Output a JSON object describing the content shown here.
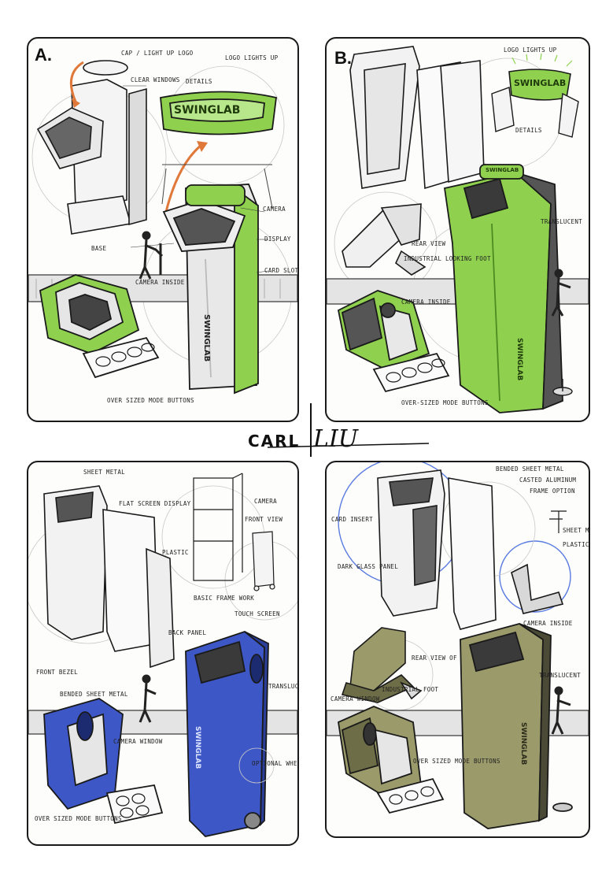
{
  "signature": {
    "first": "CARL",
    "last": "LIU"
  },
  "panels": {
    "a": {
      "letter": "A.",
      "notes": {
        "cap_light": "CAP / LIGHT UP LOGO",
        "logo_lights": "LOGO LIGHTS UP",
        "clear_windows": "CLEAR WINDOWS",
        "details": "DETAILS",
        "camera": "CAMERA",
        "display": "DISPLAY",
        "base": "BASE",
        "card_slot": "CARD SLOT",
        "camera_inside": "CAMERA INSIDE",
        "buttons": "OVER SIZED MODE BUTTONS"
      },
      "brand_badge": "SWINGLAB",
      "brand_side": "SWINGLAB"
    },
    "b": {
      "letter": "B.",
      "notes": {
        "logo_lights": "LOGO LIGHTS UP",
        "details": "DETAILS",
        "translucent": "TRANSLUCENT",
        "rear_view": "REAR VIEW",
        "industrial_foot": "INDUSTRIAL LOOKING FOOT",
        "camera_inside": "CAMERA INSIDE",
        "buttons": "OVER-SIZED MODE BUTTONS"
      },
      "brand_badge": "SWINGLAB",
      "brand_top": "SWINGLAB",
      "brand_side": "SWINGLAB"
    },
    "c": {
      "notes": {
        "sheet_metal": "SHEET METAL",
        "flat_screen": "FLAT SCREEN DISPLAY",
        "camera": "CAMERA",
        "front_view": "FRONT VIEW",
        "plastic": "PLASTIC",
        "basic_frame": "BASIC FRAME WORK",
        "touch_screen": "TOUCH SCREEN",
        "back_panel": "BACK PANEL",
        "front_bezel": "FRONT BEZEL",
        "bended_sheet": "BENDED SHEET METAL",
        "translucent": "TRANSLUCENT",
        "camera_window": "CAMERA WINDOW",
        "optional_wheel": "OPTIONAL WHEEL",
        "buttons": "OVER SIZED MODE BUTTONS"
      },
      "brand_side": "SWINGLAB"
    },
    "d": {
      "notes": {
        "bended_sheet": "BENDED SHEET METAL",
        "casted_alum": "CASTED ALUMINUM",
        "frame_option": "FRAME OPTION",
        "sheet_m": "SHEET M",
        "plastic": "PLASTIC",
        "card_insert": "CARD INSERT",
        "dark_glass": "DARK GLASS PANEL",
        "camera_inside": "CAMERA INSIDE",
        "rear_view": "REAR VIEW OF",
        "industrial_foot": "INDUSTRIAL FOOT",
        "translucent": "TRANSLUCENT",
        "camera_window": "CAMERA WINDOW",
        "buttons": "OVER SIZED MODE BUTTONS"
      },
      "brand_side": "SWINGLAB"
    }
  },
  "colors": {
    "ink": "#1a1a1a",
    "green": "#8fd14f",
    "green_dark": "#5c9e2c",
    "blue": "#3d57c7",
    "blue_dark": "#2a3e9a",
    "olive": "#9a9a6a",
    "olive_dark": "#6d6d48",
    "orange": "#e0783a",
    "gray": "#b8b8b8",
    "guide_blue": "#5a7be0"
  }
}
